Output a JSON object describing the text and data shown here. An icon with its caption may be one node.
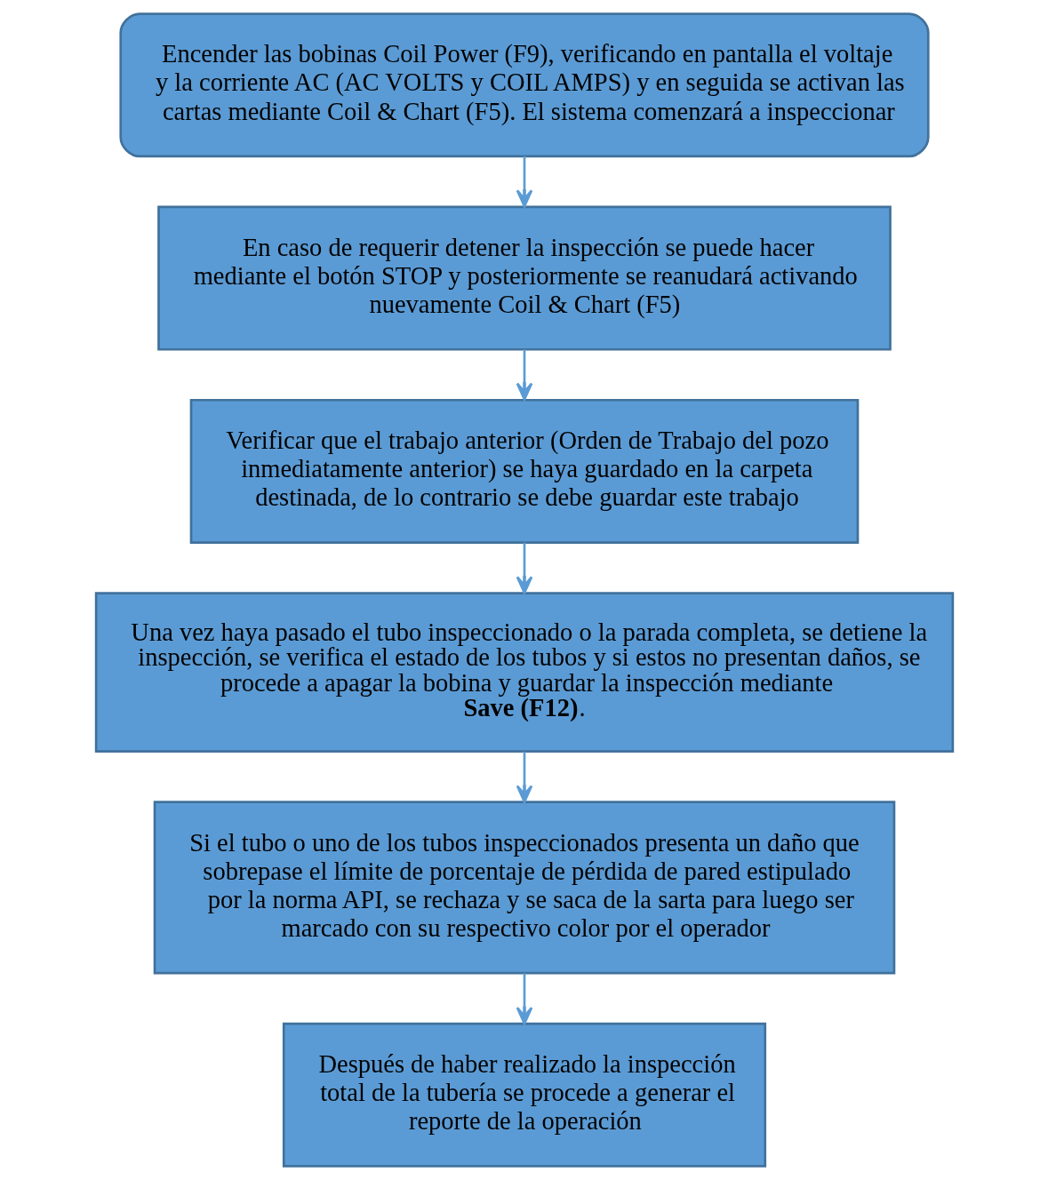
{
  "diagram": {
    "nodes": [
      {
        "text": [
          "Encender las bobinas Coil Power (F9), verificando en pantalla el voltaje y la corriente AC (AC VOLTS y COIL AMPS) y en seguida se activan las cartas mediante Coil & Chart (F5). El sistema comenzará a inspeccionar"
        ]
      },
      {
        "text": [
          "En caso de requerir detener la inspección se puede hacer mediante el botón STOP y posteriormente se reanudará activando nuevamente Coil & Chart (F5)"
        ]
      },
      {
        "text": [
          "Verificar que el trabajo anterior (Orden de Trabajo del pozo inmediatamente anterior) se haya guardado en la carpeta destinada, de lo contrario se debe guardar este trabajo"
        ]
      },
      {
        "text": [
          "Una vez haya pasado el tubo inspeccionado o la parada completa, se detiene la inspección, se verifica el estado de los tubos y si estos no presentan daños, se procede a apagar la bobina y guardar la inspección mediante **Save (F12)**."
        ]
      },
      {
        "text": [
          "Si el tubo o uno de los tubos inspeccionados presenta un daño que sobrepase el límite de porcentaje de pérdida de pared estipulado por la norma API, se rechaza y se saca de la sarta para luego ser marcado con su respectivo color por el operador"
        ]
      },
      {
        "text": [
          "Después de haber realizado la inspección total de la tubería se procede a generar el reporte de la operación"
        ]
      }
    ],
    "edges": [
      {
        "from": 0,
        "to": 1,
        "arrow": "to"
      },
      {
        "from": 1,
        "to": 2,
        "arrow": "to"
      },
      {
        "from": 2,
        "to": 3,
        "arrow": "to"
      },
      {
        "from": 3,
        "to": 4,
        "arrow": "to"
      },
      {
        "from": 4,
        "to": 5,
        "arrow": "to"
      }
    ]
  }
}
